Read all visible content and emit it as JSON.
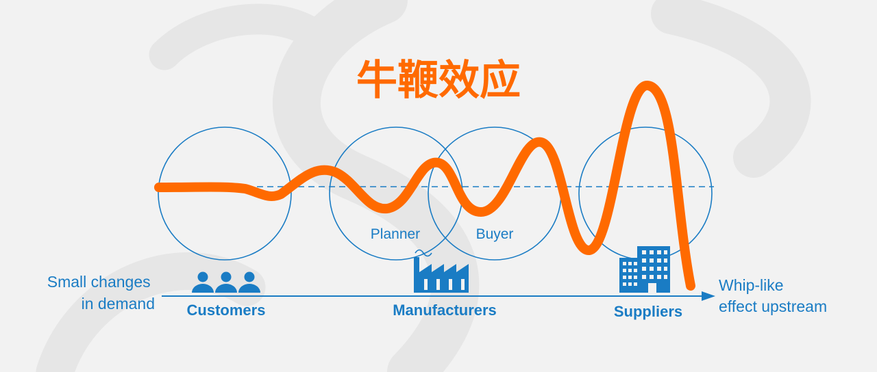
{
  "title": "牛鞭效应",
  "left_note": [
    "Small changes",
    "in demand"
  ],
  "right_note": [
    "Whip-like",
    "effect upstream"
  ],
  "circle_labels": {
    "planner": "Planner",
    "buyer": "Buyer"
  },
  "stages": {
    "customers": "Customers",
    "manufacturers": "Manufacturers",
    "suppliers": "Suppliers"
  },
  "colors": {
    "accent": "#ff6a00",
    "blue": "#1a7cc4",
    "background": "#f2f2f2"
  },
  "icons": {
    "customers": "people-group-icon",
    "manufacturers": "factory-icon",
    "suppliers": "office-building-icon"
  }
}
